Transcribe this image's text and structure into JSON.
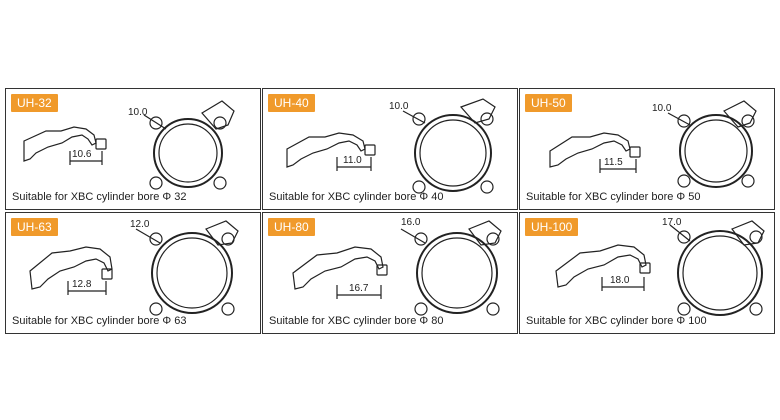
{
  "brand": {
    "badge_bg": "#f09a2b",
    "badge_fg": "#ffffff"
  },
  "cells": [
    {
      "model": "UH-32",
      "hook_dim": "10.6",
      "ring_dim": "10.0",
      "caption": "Suitable for XBC cylinder bore Φ 32"
    },
    {
      "model": "UH-40",
      "hook_dim": "11.0",
      "ring_dim": "10.0",
      "caption": "Suitable for XBC cylinder bore Φ 40"
    },
    {
      "model": "UH-50",
      "hook_dim": "11.5",
      "ring_dim": "10.0",
      "caption": "Suitable for XBC cylinder bore Φ 50"
    },
    {
      "model": "UH-63",
      "hook_dim": "12.8",
      "ring_dim": "12.0",
      "caption": "Suitable for XBC cylinder bore Φ 63"
    },
    {
      "model": "UH-80",
      "hook_dim": "16.7",
      "ring_dim": "16.0",
      "caption": "Suitable for XBC cylinder bore Φ 80"
    },
    {
      "model": "UH-100",
      "hook_dim": "18.0",
      "ring_dim": "17.0",
      "caption": "Suitable for XBC cylinder bore Φ 100"
    }
  ]
}
